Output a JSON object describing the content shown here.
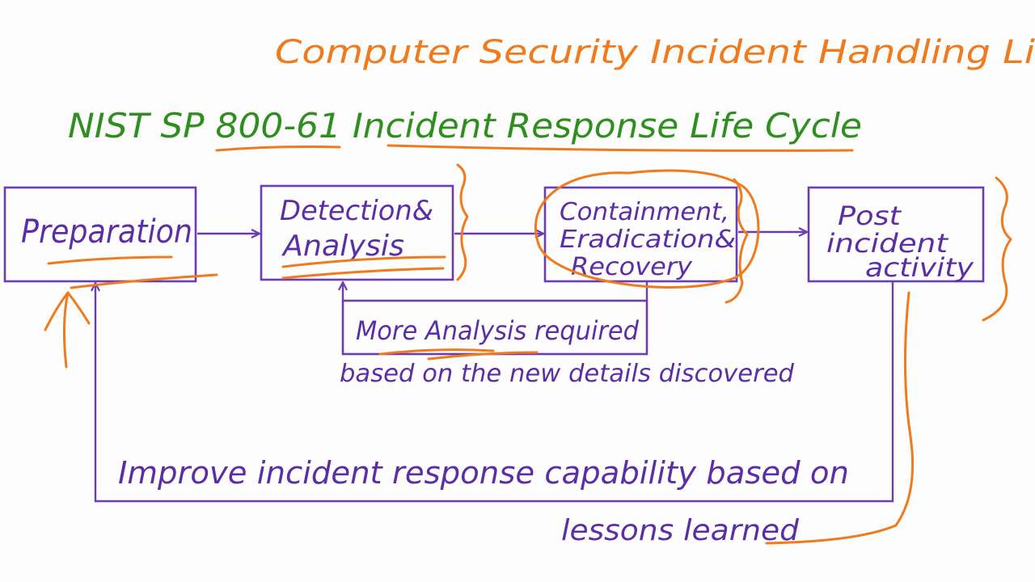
{
  "top_heading": "Computer Security Incident Handling Li",
  "title": "NIST SP 800-61 Incident Response Life Cycle",
  "phases": [
    {
      "lines": [
        "Preparation"
      ]
    },
    {
      "lines": [
        "Detection&",
        "Analysis"
      ]
    },
    {
      "lines": [
        "Containment,",
        "Eradication&",
        "Recovery"
      ]
    },
    {
      "lines": [
        "Post",
        "incident",
        "activity"
      ]
    }
  ],
  "loop_label": {
    "line1": "More Analysis required",
    "line2": "based on the new details discovered"
  },
  "feedback_label": {
    "line1": "Improve incident response capability based on",
    "line2": "lessons learned"
  },
  "colors": {
    "marker_purple": "#5b2ea6",
    "marker_green": "#2f8f1e",
    "marker_orange": "#f07a1c"
  }
}
